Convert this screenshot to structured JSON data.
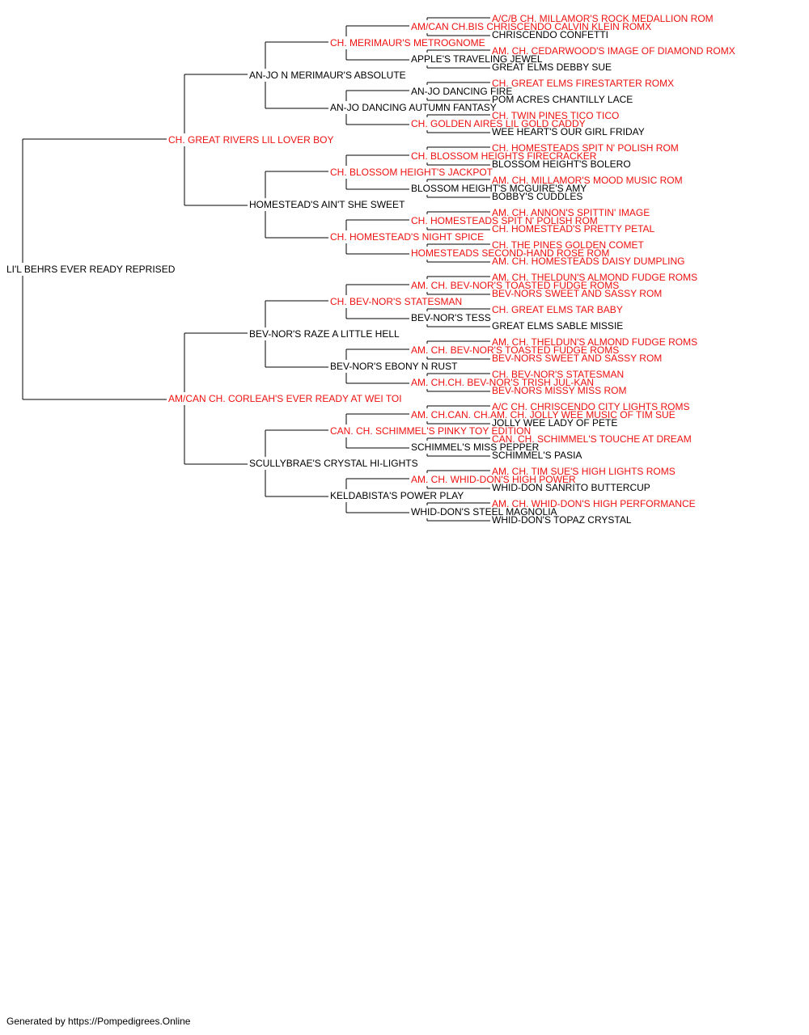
{
  "colors": {
    "champion": "#ee1111",
    "regular": "#000000",
    "line": "#000000"
  },
  "pedigree": {
    "name": "LI'L BEHRS EVER READY REPRISED",
    "champion": false,
    "sire": {
      "name": "CH. GREAT RIVERS LIL LOVER BOY",
      "champion": true,
      "sire": {
        "name": "AN-JO N MERIMAUR'S ABSOLUTE",
        "champion": false,
        "sire": {
          "name": "CH. MERIMAUR'S METROGNOME",
          "champion": true,
          "sire": {
            "name": "AM/CAN CH.BIS CHRISCENDO CALVIN KLEIN ROMX",
            "champion": true,
            "sire": {
              "name": "A/C/B CH. MILLAMOR'S ROCK MEDALLION ROM",
              "champion": true
            },
            "dam": {
              "name": "CHRISCENDO CONFETTI",
              "champion": false
            }
          },
          "dam": {
            "name": "APPLE'S TRAVELING JEWEL",
            "champion": false,
            "sire": {
              "name": "AM. CH. CEDARWOOD'S IMAGE OF DIAMOND ROMX",
              "champion": true
            },
            "dam": {
              "name": "GREAT ELMS DEBBY SUE",
              "champion": false
            }
          }
        },
        "dam": {
          "name": "AN-JO DANCING AUTUMN FANTASY",
          "champion": false,
          "sire": {
            "name": "AN-JO DANCING FIRE",
            "champion": false,
            "sire": {
              "name": "CH. GREAT ELMS FIRESTARTER ROMX",
              "champion": true
            },
            "dam": {
              "name": "POM ACRES CHANTILLY LACE",
              "champion": false
            }
          },
          "dam": {
            "name": "CH. GOLDEN AIRES LIL GOLD CADDY",
            "champion": true,
            "sire": {
              "name": "CH. TWIN PINES TICO TICO",
              "champion": true
            },
            "dam": {
              "name": "WEE HEART'S OUR GIRL FRIDAY",
              "champion": false
            }
          }
        }
      },
      "dam": {
        "name": "HOMESTEAD'S AIN'T SHE SWEET",
        "champion": false,
        "sire": {
          "name": "CH. BLOSSOM HEIGHT'S JACKPOT",
          "champion": true,
          "sire": {
            "name": "CH. BLOSSOM HEIGHTS FIRECRACKER",
            "champion": true,
            "sire": {
              "name": "CH. HOMESTEADS SPIT N' POLISH ROM",
              "champion": true
            },
            "dam": {
              "name": "BLOSSOM HEIGHT'S BOLERO",
              "champion": false
            }
          },
          "dam": {
            "name": "BLOSSOM HEIGHT'S MCGUIRE'S AMY",
            "champion": false,
            "sire": {
              "name": "AM. CH. MILLAMOR'S MOOD MUSIC ROM",
              "champion": true
            },
            "dam": {
              "name": "BOBBY'S CUDDLES",
              "champion": false
            }
          }
        },
        "dam": {
          "name": "CH. HOMESTEAD'S NIGHT SPICE",
          "champion": true,
          "sire": {
            "name": "CH. HOMESTEADS SPIT N' POLISH ROM",
            "champion": true,
            "sire": {
              "name": "AM. CH. ANNON'S SPITTIN' IMAGE",
              "champion": true
            },
            "dam": {
              "name": "CH. HOMESTEAD'S PRETTY PETAL",
              "champion": true
            }
          },
          "dam": {
            "name": "HOMESTEADS SECOND-HAND ROSE ROM",
            "champion": true,
            "sire": {
              "name": "CH. THE PINES GOLDEN COMET",
              "champion": true
            },
            "dam": {
              "name": "AM. CH. HOMESTEADS DAISY DUMPLING",
              "champion": true
            }
          }
        }
      }
    },
    "dam": {
      "name": "AM/CAN CH. CORLEAH'S EVER READY AT WEI TOI",
      "champion": true,
      "sire": {
        "name": "BEV-NOR'S RAZE A LITTLE HELL",
        "champion": false,
        "sire": {
          "name": "CH. BEV-NOR'S STATESMAN",
          "champion": true,
          "sire": {
            "name": "AM. CH. BEV-NOR'S TOASTED FUDGE ROMS",
            "champion": true,
            "sire": {
              "name": "AM. CH. THELDUN'S ALMOND FUDGE ROMS",
              "champion": true
            },
            "dam": {
              "name": "BEV-NORS SWEET AND SASSY ROM",
              "champion": true
            }
          },
          "dam": {
            "name": "BEV-NOR'S TESS",
            "champion": false,
            "sire": {
              "name": "CH. GREAT ELMS TAR BABY",
              "champion": true
            },
            "dam": {
              "name": "GREAT ELMS SABLE MISSIE",
              "champion": false
            }
          }
        },
        "dam": {
          "name": "BEV-NOR'S EBONY N RUST",
          "champion": false,
          "sire": {
            "name": "AM. CH. BEV-NOR'S TOASTED FUDGE ROMS",
            "champion": true,
            "sire": {
              "name": "AM. CH. THELDUN'S ALMOND FUDGE ROMS",
              "champion": true
            },
            "dam": {
              "name": "BEV-NORS SWEET AND SASSY ROM",
              "champion": true
            }
          },
          "dam": {
            "name": "AM. CH.CH. BEV-NOR'S TRISH JUL-KAN",
            "champion": true,
            "sire": {
              "name": "CH. BEV-NOR'S STATESMAN",
              "champion": true
            },
            "dam": {
              "name": "BEV-NORS MISSY MISS ROM",
              "champion": true
            }
          }
        }
      },
      "dam": {
        "name": "SCULLYBRAE'S CRYSTAL HI-LIGHTS",
        "champion": false,
        "sire": {
          "name": "CAN. CH. SCHIMMEL'S PINKY TOY EDITION",
          "champion": true,
          "sire": {
            "name": "AM. CH.CAN. CH.AM. CH. JOLLY WEE MUSIC OF TIM SUE",
            "champion": true,
            "sire": {
              "name": "A/C CH. CHRISCENDO CITY LIGHTS ROMS",
              "champion": true
            },
            "dam": {
              "name": "JOLLY WEE LADY OF PETE",
              "champion": false
            }
          },
          "dam": {
            "name": "SCHIMMEL'S MISS PEPPER",
            "champion": false,
            "sire": {
              "name": "CAN. CH. SCHIMMEL'S TOUCHE AT DREAM",
              "champion": true
            },
            "dam": {
              "name": "SCHIMMEL'S PASIA",
              "champion": false
            }
          }
        },
        "dam": {
          "name": "KELDABISTA'S POWER PLAY",
          "champion": false,
          "sire": {
            "name": "AM. CH. WHID-DON'S HIGH POWER",
            "champion": true,
            "sire": {
              "name": "AM. CH. TIM SUE'S HIGH LIGHTS ROMS",
              "champion": true
            },
            "dam": {
              "name": "WHID-DON SANRITO BUTTERCUP",
              "champion": false
            }
          },
          "dam": {
            "name": "WHID-DON'S STEEL MAGNOLIA",
            "champion": false,
            "sire": {
              "name": "AM. CH. WHID-DON'S HIGH PERFORMANCE",
              "champion": true
            },
            "dam": {
              "name": "WHID-DON'S TOPAZ CRYSTAL",
              "champion": false
            }
          }
        }
      }
    }
  },
  "footer": "Generated by https://Pompedigrees.Online"
}
